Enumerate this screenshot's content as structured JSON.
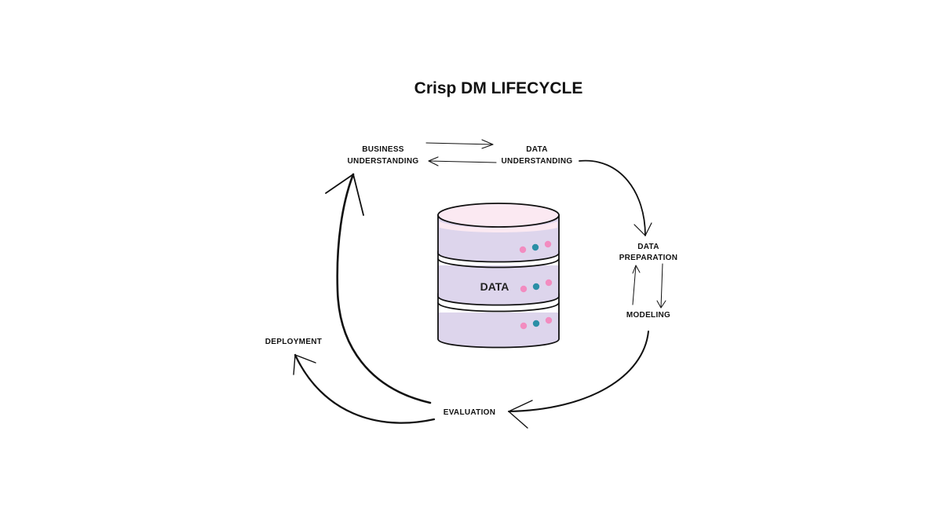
{
  "title": "Crisp DM  LIFECYCLE",
  "stages": {
    "business_understanding": [
      "BUSINESS",
      "UNDERSTANDING"
    ],
    "data_understanding": [
      "DATA",
      "UNDERSTANDING"
    ],
    "data_preparation": [
      "DATA",
      "PREPARATION"
    ],
    "modeling": "MODELING",
    "evaluation": "EVALUATION",
    "deployment": "DEPLOYMENT"
  },
  "database": {
    "label": "DATA",
    "icon": "database-icon"
  },
  "colors": {
    "db_fill": "#ddd5ec",
    "db_top": "#fbe9f2",
    "dot_pink": "#f28cc0",
    "dot_teal": "#2b8fa6",
    "stroke": "#111111"
  }
}
